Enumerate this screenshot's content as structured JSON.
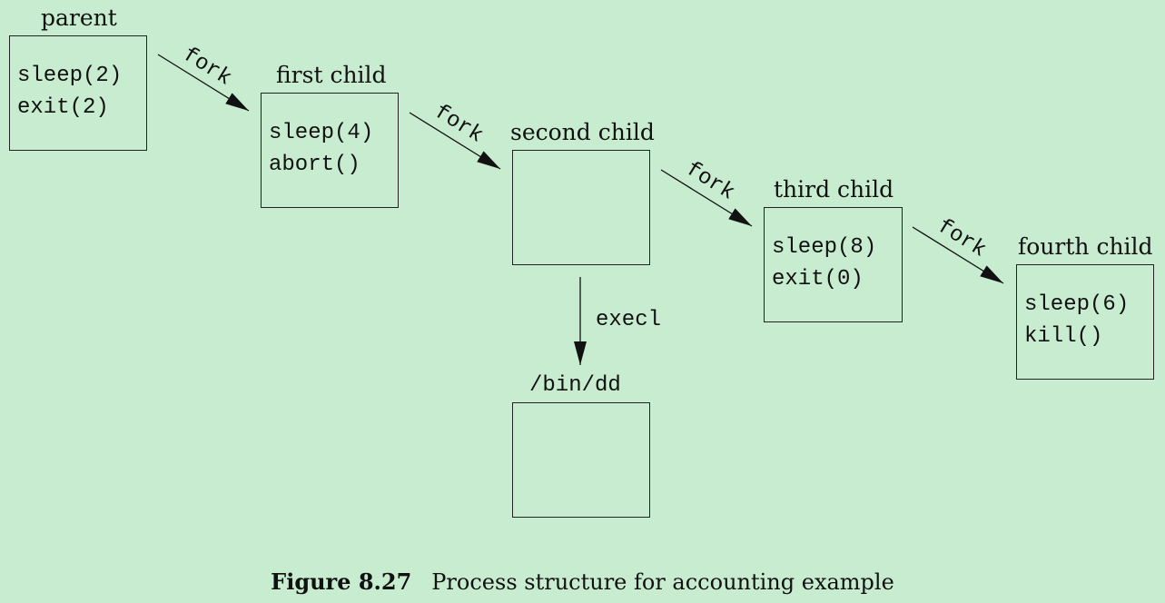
{
  "nodes": {
    "parent": {
      "title": "parent",
      "lines": [
        "sleep(2)",
        "exit(2)"
      ]
    },
    "first_child": {
      "title": "first child",
      "lines": [
        "sleep(4)",
        "abort()"
      ]
    },
    "second_child": {
      "title": "second child",
      "lines": []
    },
    "third_child": {
      "title": "third child",
      "lines": [
        "sleep(8)",
        "exit(0)"
      ]
    },
    "fourth_child": {
      "title": "fourth child",
      "lines": [
        "sleep(6)",
        "kill()"
      ]
    },
    "bin_dd": {
      "title": "/bin/dd",
      "lines": []
    }
  },
  "edges": {
    "fork_label": "fork",
    "execl_label": "execl"
  },
  "caption": {
    "number": "Figure 8.27",
    "text": "Process structure for accounting example"
  }
}
